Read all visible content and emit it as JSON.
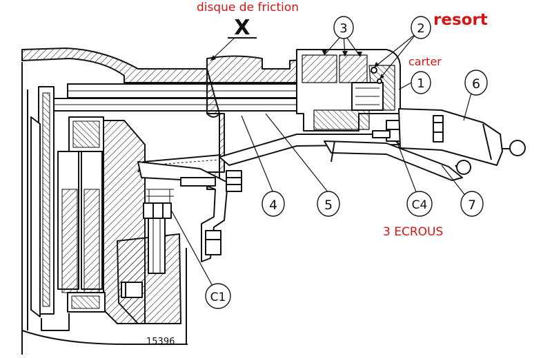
{
  "annotations": {
    "disque": "disque de friction",
    "resort": "resort",
    "carter": "carter",
    "ecrous": "3 ECROUS"
  },
  "marker_x": "X",
  "callouts": {
    "c1": "1",
    "c2": "2",
    "c3": "3",
    "c4": "4",
    "c5": "5",
    "c6": "6",
    "c7": "7",
    "cC4": "C4",
    "cC1": "C1"
  },
  "ref_number": "15396",
  "colors": {
    "annotation": "#d41515",
    "ink": "#111111",
    "background": "#ffffff"
  }
}
